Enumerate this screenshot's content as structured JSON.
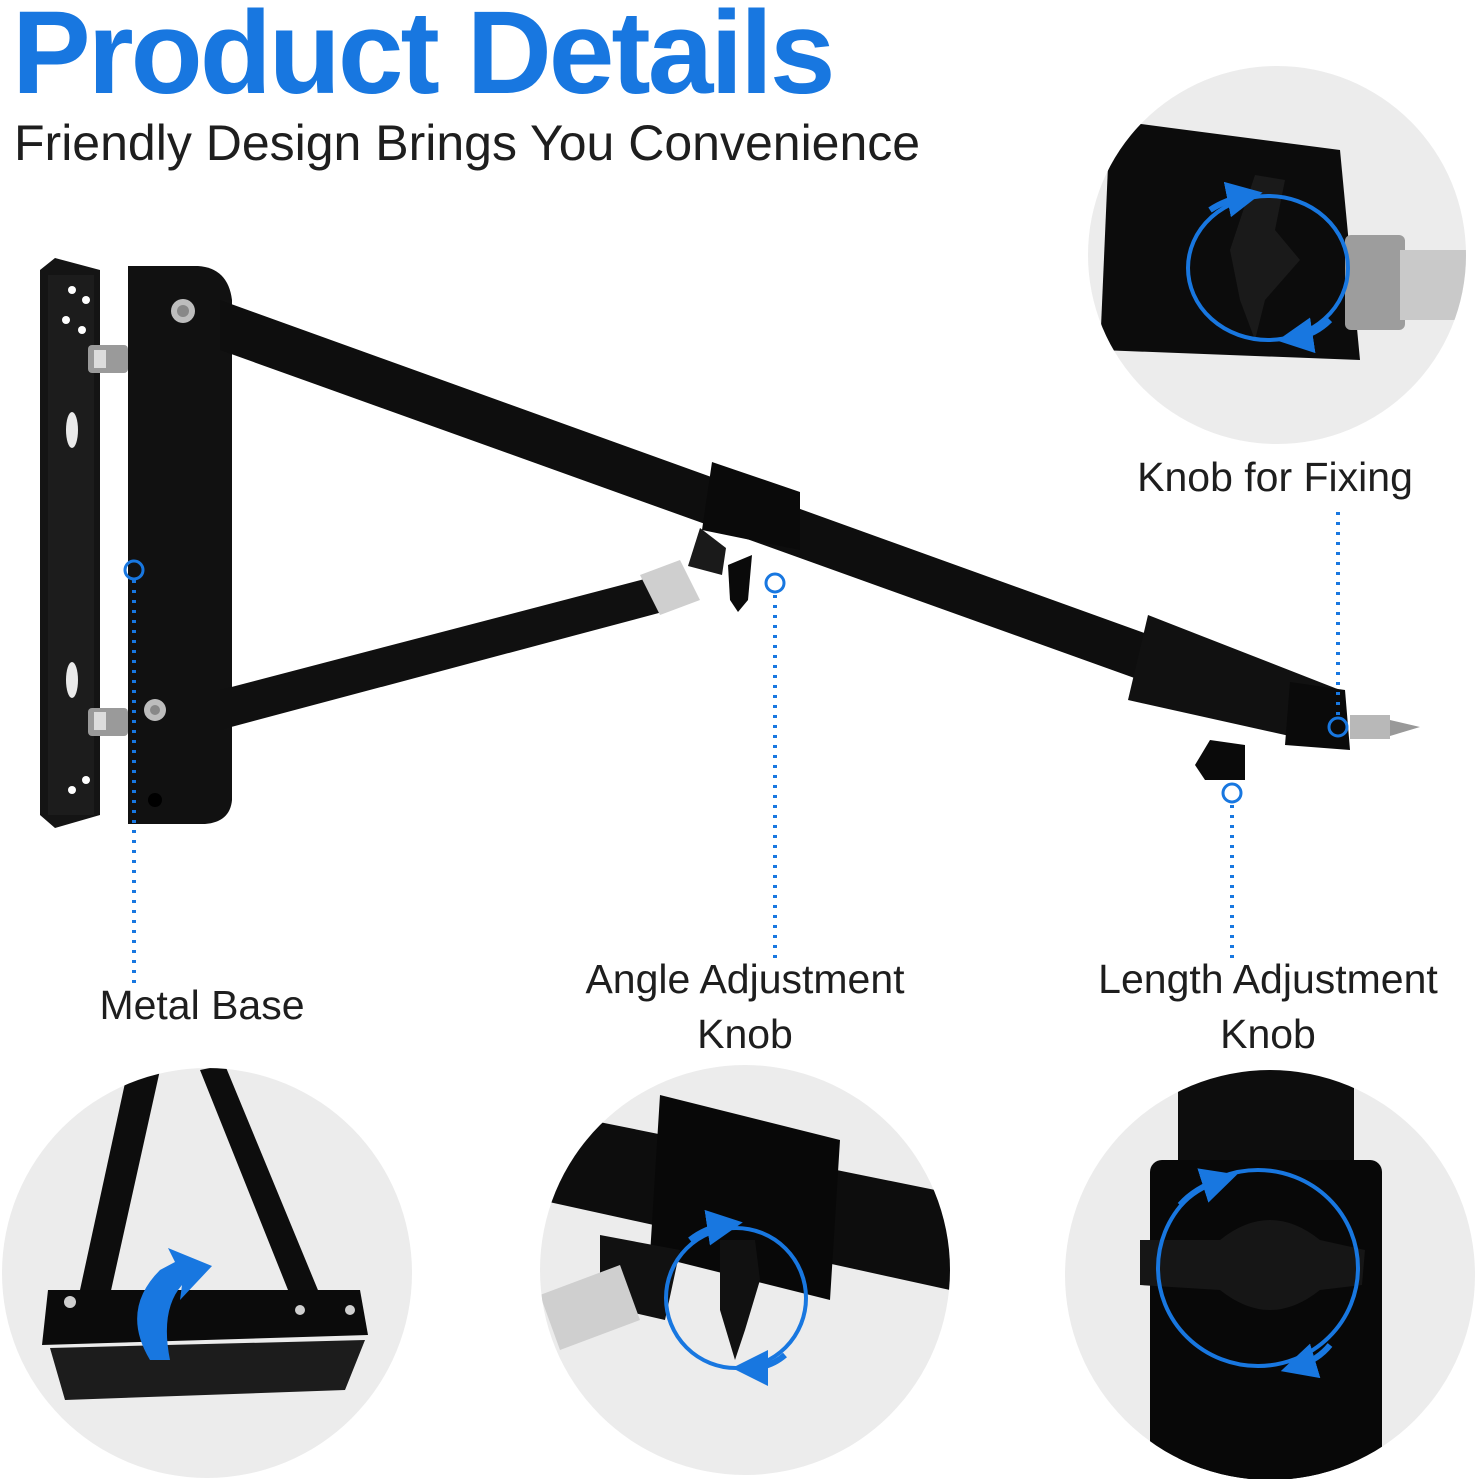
{
  "header": {
    "title": "Product Details",
    "subtitle": "Friendly Design Brings You Convenience"
  },
  "callouts": {
    "knob_for_fixing": "Knob for Fixing",
    "metal_base": "Metal Base",
    "angle_adjustment": {
      "line1": "Angle Adjustment",
      "line2": "Knob"
    },
    "length_adjustment": {
      "line1": "Length Adjustment",
      "line2": "Knob"
    }
  },
  "colors": {
    "accent": "#1877e0",
    "text": "#1e1e1e",
    "circle_bg": "#ececec",
    "metal": "#111111"
  },
  "icons": [
    "rotate-arrow-icon",
    "curved-arrow-icon",
    "bolt-icon"
  ]
}
